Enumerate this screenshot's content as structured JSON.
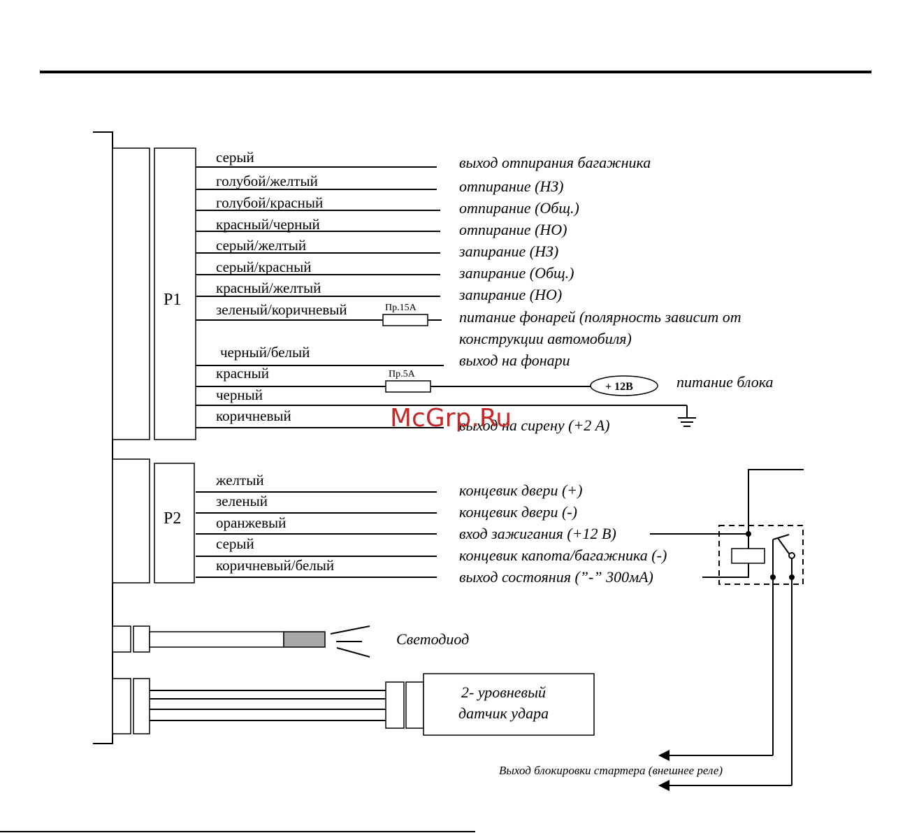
{
  "watermark": "McGrp.Ru",
  "p1": {
    "label": "P1",
    "wires": [
      {
        "color": "серый",
        "function": "выход отпирания багажника"
      },
      {
        "color": "голубой/желтый",
        "function": "отпирание (НЗ)"
      },
      {
        "color": "голубой/красный",
        "function": "отпирание (Общ.)"
      },
      {
        "color": "красный/черный",
        "function": "отпирание (НО)"
      },
      {
        "color": "серый/желтый",
        "function": "запирание (НЗ)"
      },
      {
        "color": "серый/красный",
        "function": "запирание (Общ.)"
      },
      {
        "color": "красный/желтый",
        "function": "запирание (НО)"
      },
      {
        "color": "зеленый/коричневый",
        "function": "питание фонарей (полярность зависит от",
        "function_line2": "конструкции автомобиля)",
        "fuse": "Пр.15А"
      },
      {
        "color": "черный/белый",
        "function": "выход на фонари"
      },
      {
        "color": "красный",
        "function": "питание блока",
        "fuse": "Пр.5А",
        "source": "+ 12В"
      },
      {
        "color": "черный",
        "function": ""
      },
      {
        "color": "коричневый",
        "function": "выход на сирену (+2 А)"
      }
    ]
  },
  "p2": {
    "label": "P2",
    "wires": [
      {
        "color": "желтый",
        "function": "концевик двери (+)"
      },
      {
        "color": "зеленый",
        "function": "концевик двери (-)"
      },
      {
        "color": "оранжевый",
        "function": "вход зажигания (+12 В)"
      },
      {
        "color": "серый",
        "function": "концевик капота/багажника (-)"
      },
      {
        "color": "коричневый/белый",
        "function": "выход состояния (”-” 300мА)"
      }
    ]
  },
  "led": {
    "label": "Светодиод"
  },
  "shock_sensor": {
    "line1": "2- уровневый",
    "line2": "датчик удара"
  },
  "starter_block": {
    "label": "Выход блокировки стартера (внешнее реле)"
  }
}
